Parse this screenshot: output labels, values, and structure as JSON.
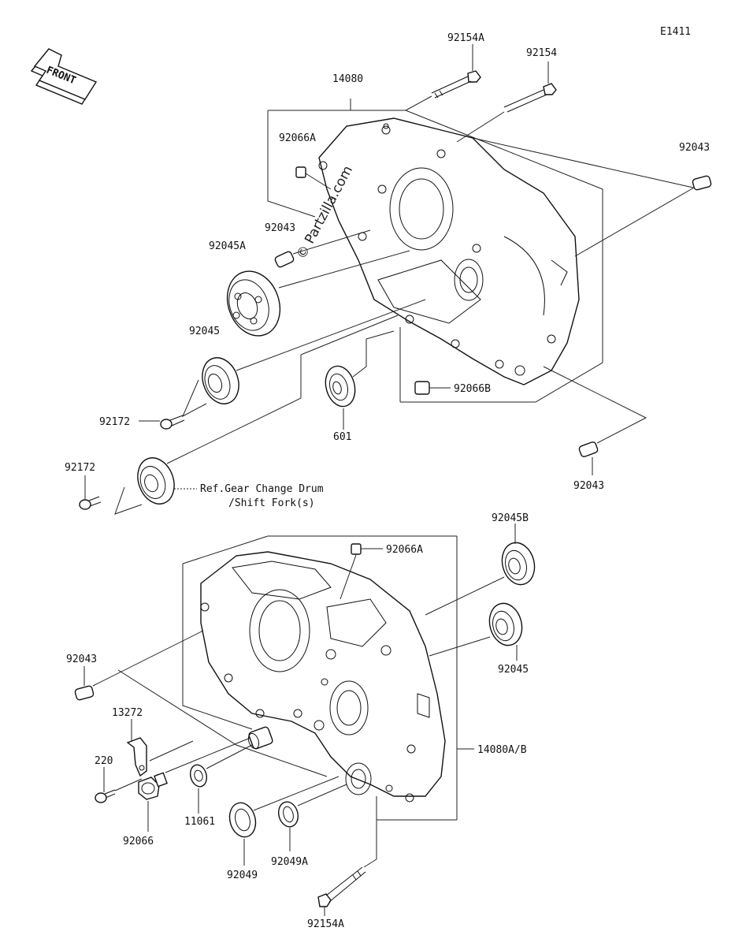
{
  "diagram_code": "E1411",
  "front_label": "FRONT",
  "watermark": "© Partzilla.com",
  "reference_note": {
    "line1": "Ref.Gear Change Drum",
    "line2": "/Shift Fork(s)"
  },
  "labels": {
    "p92154A_top": "92154A",
    "p92154": "92154",
    "p14080": "14080",
    "p92066A_top": "92066A",
    "p92043_right": "92043",
    "p92043_mid": "92043",
    "p92045A": "92045A",
    "p92045_left": "92045",
    "p92172_a": "92172",
    "p601": "601",
    "p92066B": "92066B",
    "p92172_b": "92172",
    "p92043_lowright": "92043",
    "p92045B": "92045B",
    "p92066A_bottom": "92066A",
    "p92043_left": "92043",
    "p92045_right": "92045",
    "p13272": "13272",
    "p220": "220",
    "p14080AB": "14080A/B",
    "p11061": "11061",
    "p92066": "92066",
    "p92049": "92049",
    "p92049A": "92049A",
    "p92154A_bottom": "92154A"
  }
}
